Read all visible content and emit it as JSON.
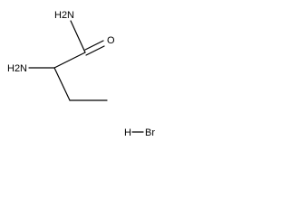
{
  "diagram": {
    "type": "chemical-structure",
    "labels": {
      "amide_nitrogen": "H2N",
      "amine_nitrogen": "H2N",
      "carbonyl_oxygen": "O",
      "hydrogen": "H",
      "bromine": "Br"
    },
    "colors": {
      "ink": "#000000",
      "background": "#ffffff"
    }
  }
}
